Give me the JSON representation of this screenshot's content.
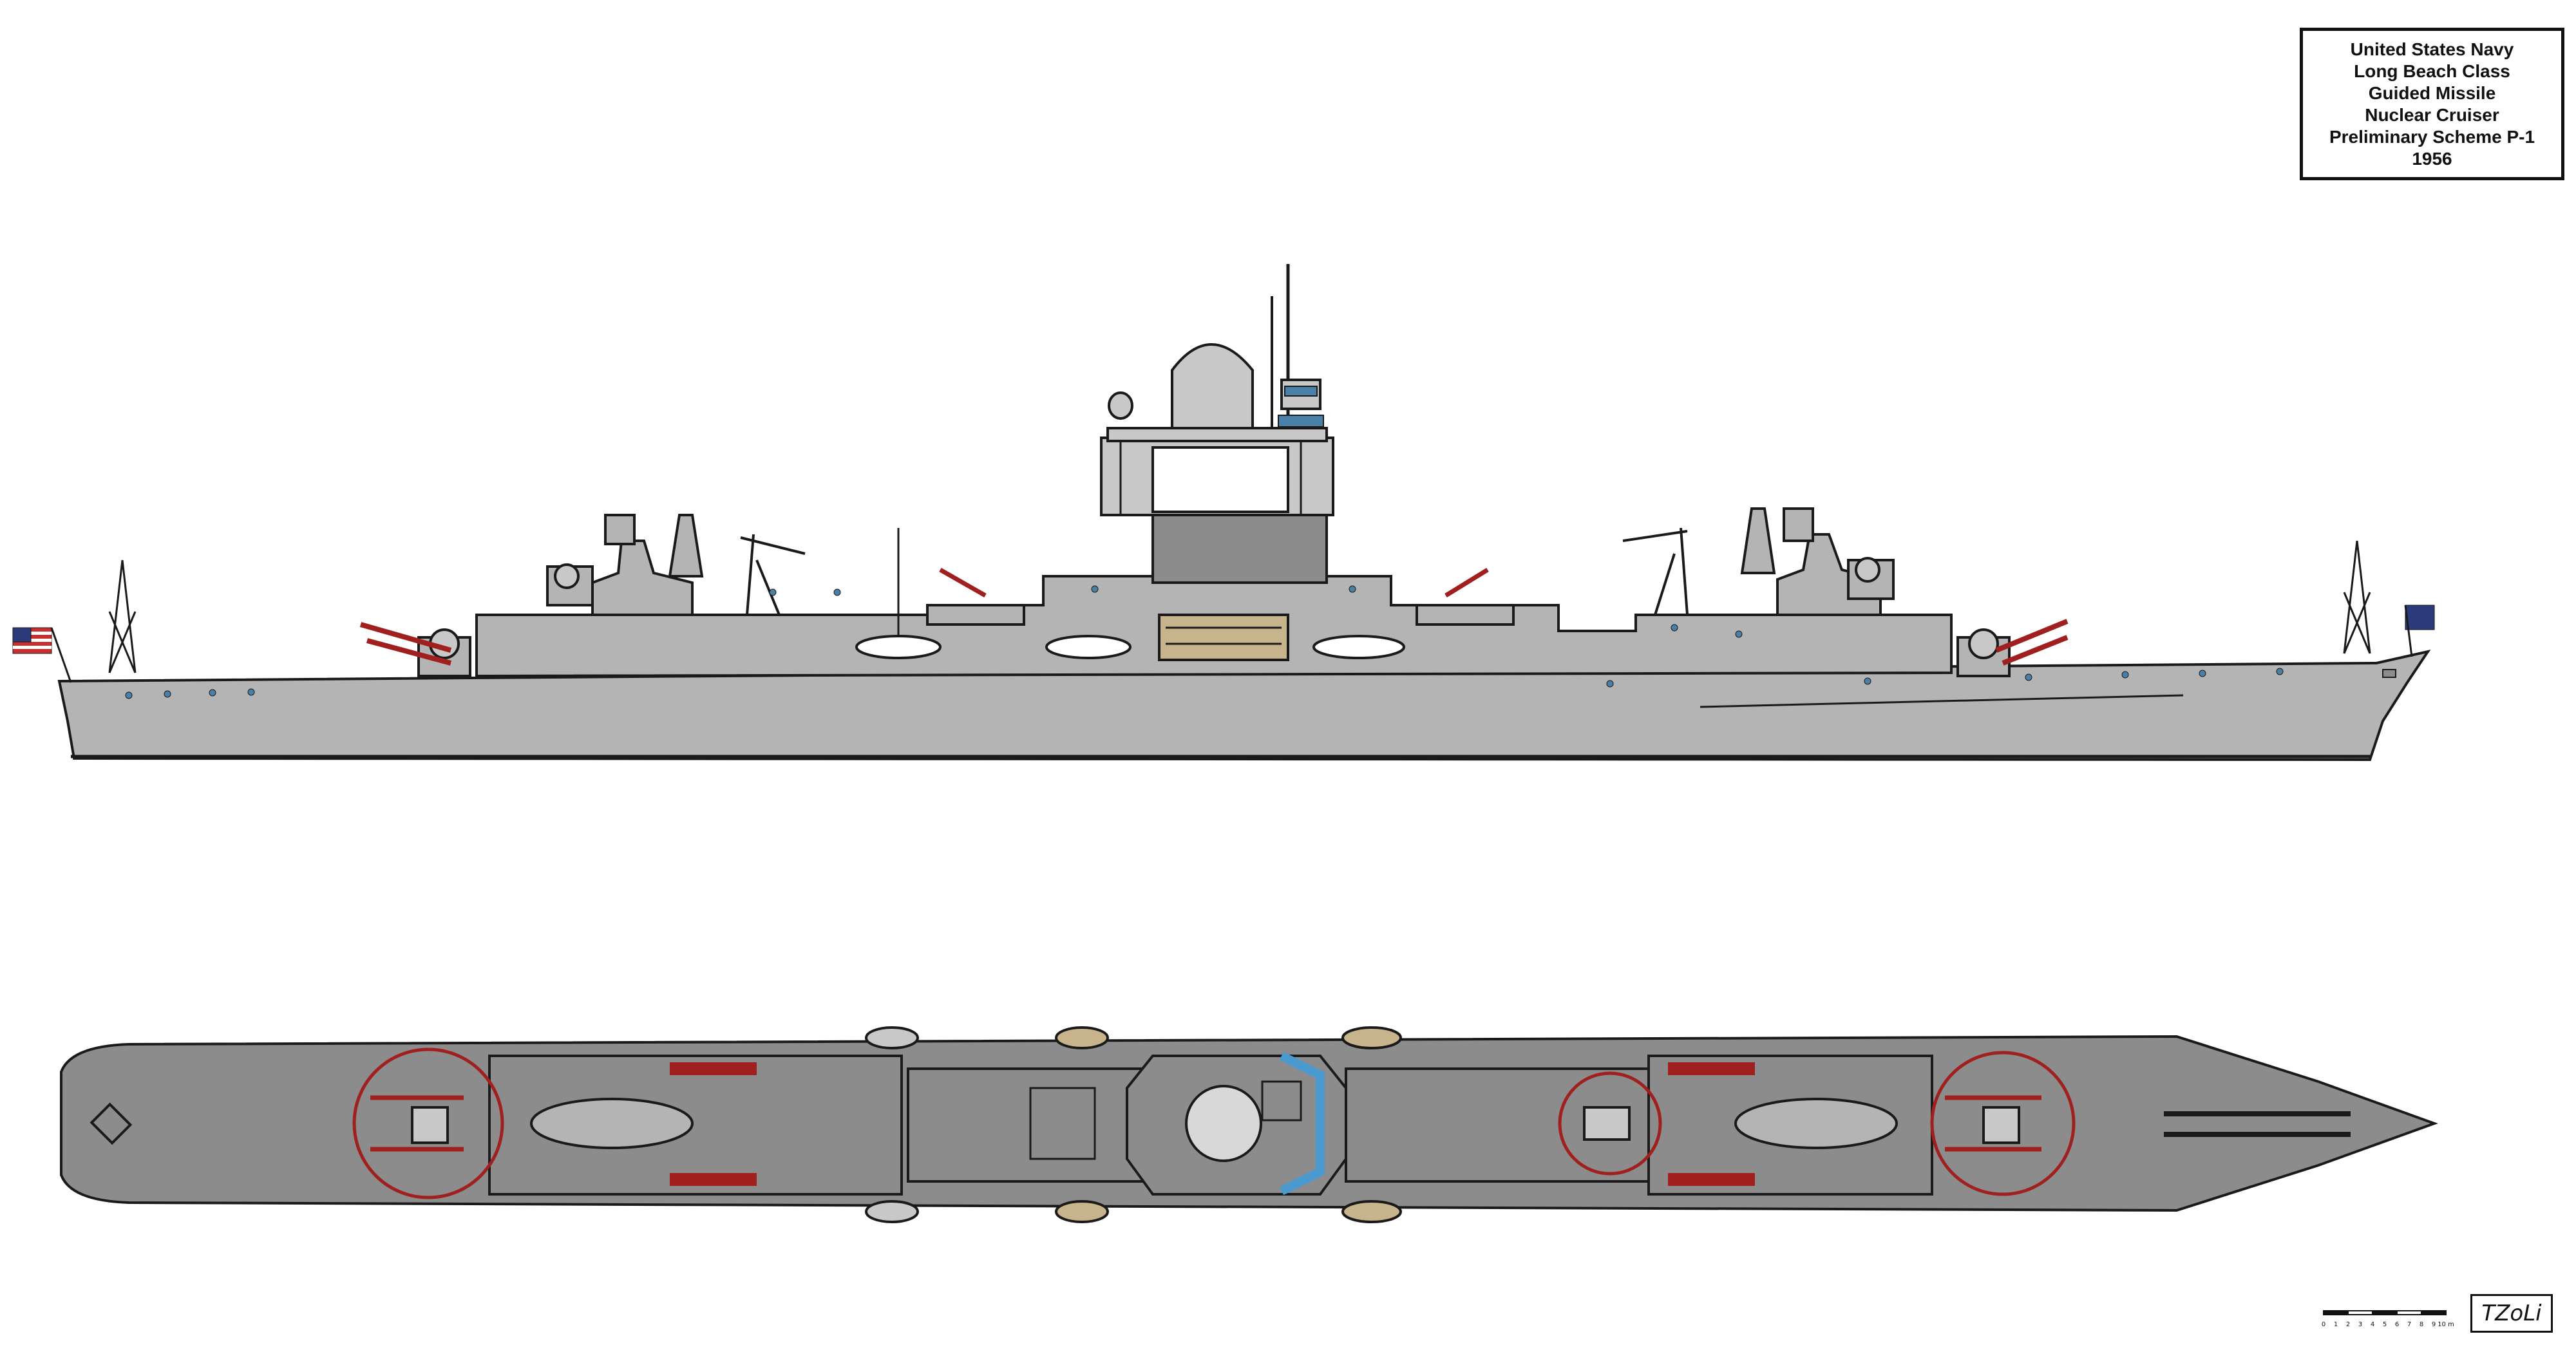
{
  "title_block": {
    "lines": [
      "United States Navy",
      "Long Beach Class",
      "Guided Missile",
      "Nuclear Cruiser",
      "Preliminary Scheme P-1",
      "1956"
    ]
  },
  "scale_bar": {
    "labels": [
      "0",
      "1",
      "2",
      "3",
      "4",
      "5",
      "6",
      "7",
      "8",
      "9",
      "10 m"
    ]
  },
  "signature": "TZoLi",
  "colors": {
    "hull": "#b4b4b4",
    "deck": "#8c8c8c",
    "superstructure": "#c8c8c8",
    "outline": "#1a1a1a",
    "missile_arc": "#a02020",
    "porthole": "#4a7fa8",
    "boat": "#c8b48c",
    "flag_blue": "#2a3a7a",
    "flag_red": "#c83030"
  },
  "icons": [
    "us-flag-icon",
    "radar-icon",
    "missile-launcher-icon",
    "boat-icon",
    "mast-icon"
  ]
}
